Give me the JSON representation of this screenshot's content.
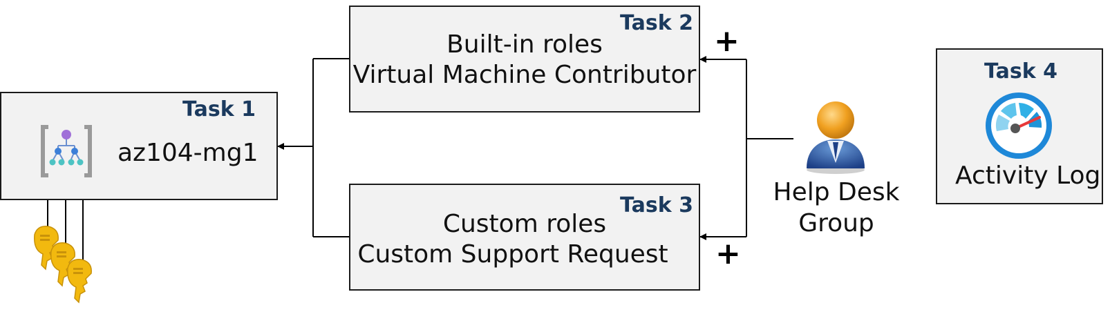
{
  "task1": {
    "tag": "Task 1",
    "name": "az104-mg1"
  },
  "task2": {
    "tag": "Task 2",
    "line1": "Built-in roles",
    "line2": "Virtual Machine Contributor"
  },
  "task3": {
    "tag": "Task 3",
    "line1": "Custom roles",
    "line2": "Custom Support Request"
  },
  "task4": {
    "tag": "Task 4",
    "name": "Activity Log"
  },
  "group": {
    "line1": "Help Desk",
    "line2": "Group"
  },
  "plus_sign": "+",
  "colors": {
    "task_tag": "#1b3a5e",
    "box_fill": "#f2f2f2",
    "key": "#f2b90f",
    "gauge": "#1e88d8"
  },
  "icons": [
    "management-group-icon",
    "key-icon",
    "user-icon",
    "gauge-icon",
    "plus-icon"
  ]
}
